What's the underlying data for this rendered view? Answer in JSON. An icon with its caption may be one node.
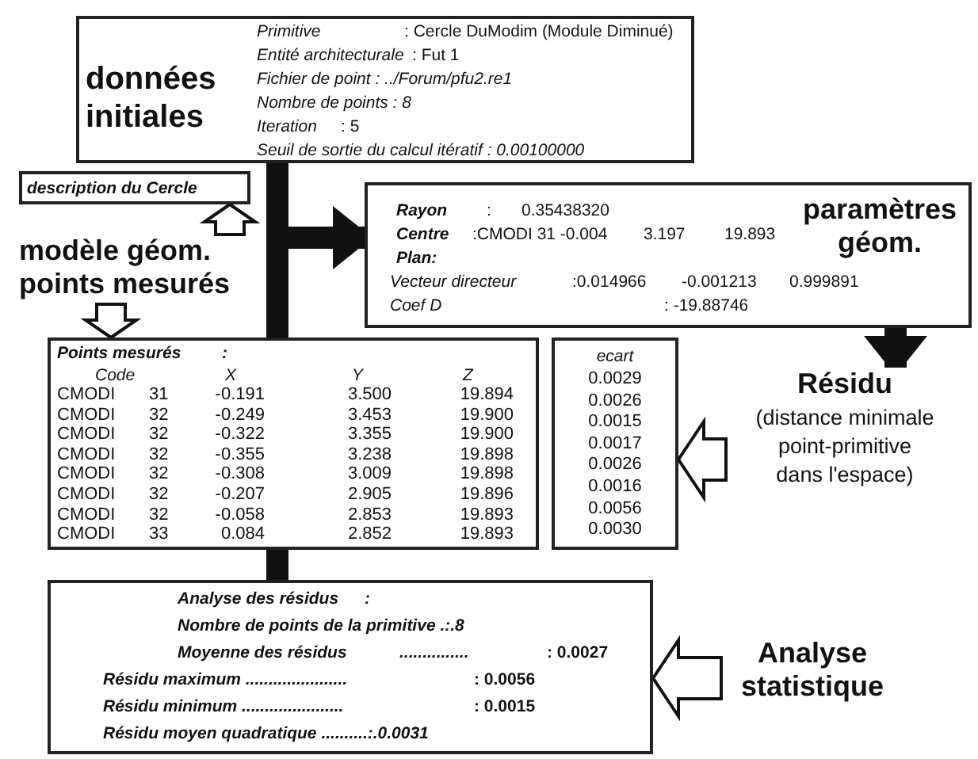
{
  "diagram": {
    "nodes": [
      {
        "text": [
          "données initiales",
          "Primitive",
          ": Cercle DuModim (Module Diminué)",
          "Entité architecturale",
          ": Fut 1",
          "Fichier de point : ../Forum/pfu2.re1",
          "Nombre de points : 8",
          "Iteration",
          ": 5",
          "Seuil de sortie du calcul itératif : 0.00100000"
        ]
      },
      {
        "text": [
          "description du Cercle"
        ]
      },
      {
        "text": [
          "modèle géom. points mesurés"
        ]
      },
      {
        "text": [
          "Rayon",
          ":",
          "0.35438320",
          "Centre",
          ":CMODI 31 -0.004",
          "3.197",
          "19.893",
          "paramètres géom.",
          "Plan:",
          "Vecteur directeur",
          ":0.014966",
          "-0.001213",
          "0.999891",
          "Coef D",
          ": -19.88746"
        ]
      },
      {
        "text": [
          "Points mesurés",
          ":",
          "Code",
          "X",
          "Y",
          "Z",
          "CMODI",
          "31",
          "-0.191",
          "3.500",
          "19.894",
          "CMODI",
          "32",
          "-0.249",
          "3.453",
          "19.900",
          "CMODI",
          "32",
          "-0.322",
          "3.355",
          "19.900",
          "CMODI",
          "32",
          "-0.355",
          "3.238",
          "19.898",
          "CMODI",
          "32",
          "-0.308",
          "3.009",
          "19.898",
          "CMODI",
          "32",
          "-0.207",
          "2.905",
          "19.896",
          "CMODI",
          "32",
          "-0.058",
          "2.853",
          "19.893",
          "CMODI",
          "33",
          "0.084",
          "2.852",
          "19.893"
        ]
      },
      {
        "text": [
          "ecart",
          "0.0029",
          "0.0026",
          "0.0015",
          "0.0017",
          "0.0026",
          "0.0016",
          "0.0056",
          "0.0030"
        ]
      },
      {
        "text": [
          "Résidu",
          "(distance minimale point-primitive dans l'espace)"
        ]
      },
      {
        "text": [
          "Analyse des résidus",
          ":",
          "Nombre de points de la primitive .:.8",
          "Moyenne des résidus",
          "...............",
          ": 0.0027",
          "Résidu maximum ......................",
          ": 0.0056",
          "Résidu minimum ......................",
          ": 0.0015",
          "Résidu moyen quadratique ..........:.0.0031"
        ]
      },
      {
        "text": [
          "Analyse statistique"
        ]
      }
    ],
    "edges": [
      {
        "from": 0,
        "to": 4,
        "arrow": "none"
      },
      {
        "from": 0,
        "to": 3,
        "arrow": "to"
      },
      {
        "from": 2,
        "to": 1,
        "arrow": "to",
        "style": "thick"
      },
      {
        "from": 2,
        "to": 4,
        "arrow": "to",
        "style": "thick"
      },
      {
        "from": 3,
        "to": 6,
        "arrow": "to"
      },
      {
        "from": 6,
        "to": 5,
        "arrow": "to",
        "style": "thick"
      },
      {
        "from": 4,
        "to": 7,
        "arrow": "none"
      },
      {
        "from": 8,
        "to": 7,
        "arrow": "to",
        "style": "thick"
      }
    ]
  }
}
